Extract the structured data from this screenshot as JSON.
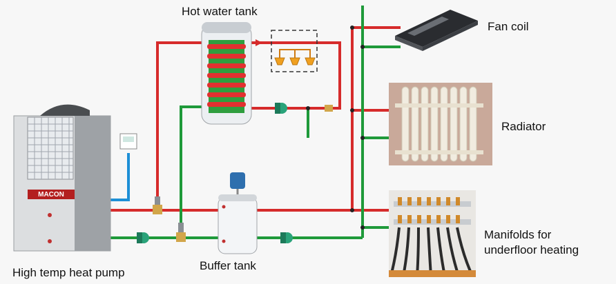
{
  "labels": {
    "hot_water_tank": "Hot water tank",
    "fan_coil": "Fan coil",
    "radiator": "Radiator",
    "manifolds_line1": "Manifolds for",
    "manifolds_line2": "underfloor heating",
    "buffer_tank": "Buffer tank",
    "heat_pump": "High temp heat pump",
    "brand": "MACON"
  },
  "colors": {
    "hot_pipe": "#d62b2b",
    "return_pipe": "#1f9a3a",
    "control_wire": "#1d8fd6"
  }
}
